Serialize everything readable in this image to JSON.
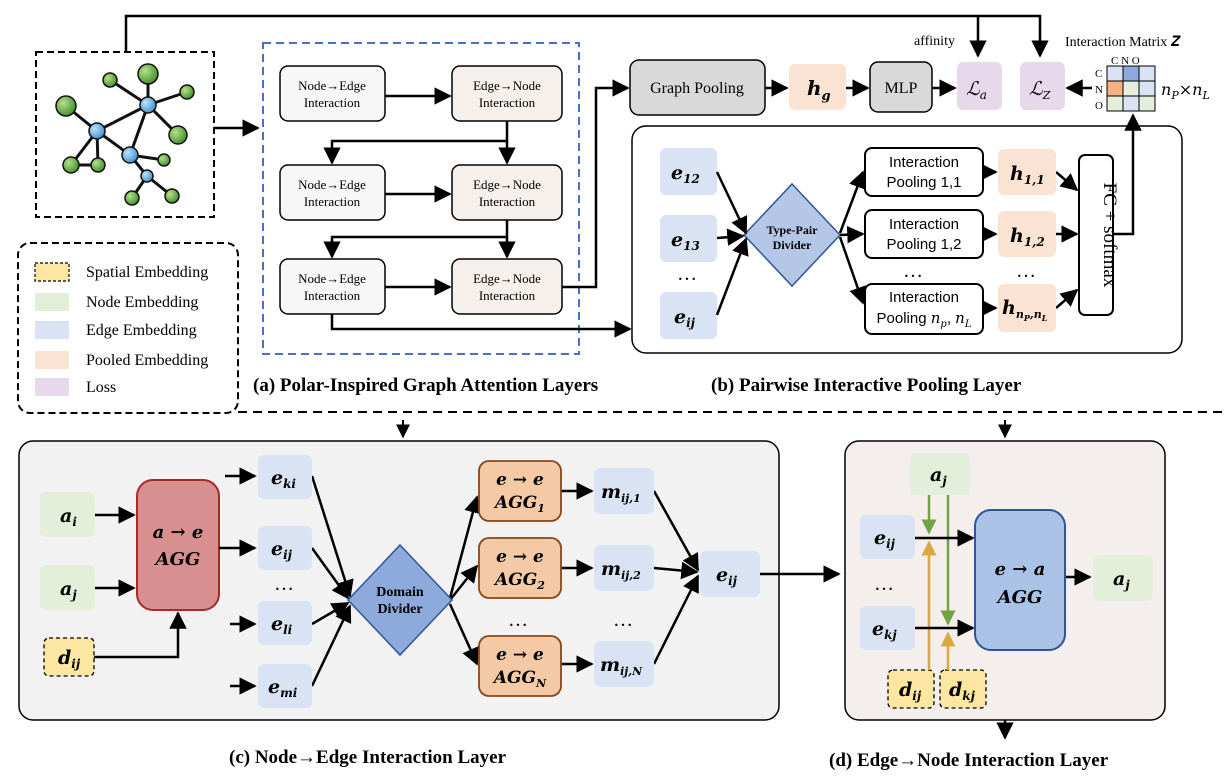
{
  "colors": {
    "spatial": "#fbe6a2",
    "node": "#e3efd9",
    "edge": "#dae3f3",
    "pooled": "#fbe3d3",
    "loss": "#e8d8ec",
    "gray_box": "#d9d9d9",
    "panel_bg": "#f2f2f2",
    "panel_d_bg": "#f4efec",
    "red_box": "#d88f8f",
    "orange_box": "#f4c9a6",
    "diamond": "#8ea9db",
    "blue_box": "#a9c2e6",
    "green_arrow": "#70a342",
    "gold_arrow": "#d9a840",
    "dash_blue": "#4472c4"
  },
  "legend": {
    "spatial": "Spatial Embedding",
    "node": "Node Embedding",
    "edge": "Edge Embedding",
    "pooled": "Pooled Embedding",
    "loss": "Loss"
  },
  "panel_a": {
    "caption": "(a) Polar-Inspired Graph Attention Layers",
    "n2e_l1": "Node→Edge",
    "n2e_l2": "Interaction",
    "e2n_l1": "Edge→Node",
    "e2n_l2": "Interaction"
  },
  "top": {
    "affinity": "affinity",
    "graph_pooling": "Graph Pooling",
    "hg": "h",
    "hg_sub": "g",
    "mlp": "MLP",
    "la": "ℒ",
    "la_sub": "a",
    "lz": "ℒ",
    "lz_sub": "Z",
    "matrix_title": "Interaction Matrix 𝒁̂",
    "matrix_cols": "C N O",
    "row_c": "C",
    "row_n": "N",
    "row_o": "O",
    "matrix_size": "n",
    "matrix_size_p": "P",
    "matrix_times": "×",
    "matrix_size_l": "L"
  },
  "panel_b": {
    "caption": "(b) Pairwise Interactive Pooling Layer",
    "e12": "e",
    "e12_sub": "12",
    "e13": "e",
    "e13_sub": "13",
    "dots": "…",
    "eij": "e",
    "eij_sub": "ij",
    "divider_l1": "Type-Pair",
    "divider_l2": "Divider",
    "ip_l1": "Interaction",
    "ip1_l2": "Pooling 1,1",
    "ip2_l2": "Pooling 1,2",
    "ip3_l2": "Pooling ",
    "ip3_np": "n",
    "ip3_np_sub": "p",
    "ip3_comma": ", ",
    "ip3_nl": "n",
    "ip3_nl_sub": "L",
    "h": "h",
    "h11_sub": "1,1",
    "h12_sub": "1,2",
    "hn_sub_n": "n",
    "hn_sub_p": "P",
    "hn_sub_comma": ",",
    "hn_sub_l": "L",
    "fc": "FC + softmax"
  },
  "panel_c": {
    "caption": "(c) Node→Edge Interaction Layer",
    "a": "a",
    "ai_sub": "i",
    "aj_sub": "j",
    "d": "d",
    "dij_sub": "ij",
    "agg_l1": "a → e",
    "agg_l2": "AGG",
    "e": "e",
    "eki_sub": "ki",
    "eij_sub": "ij",
    "eli_sub": "li",
    "emi_sub": "mi",
    "dots": "…",
    "domain_l1": "Domain",
    "domain_l2": "Divider",
    "ee_l1": "e → e",
    "ee_agg": "AGG",
    "agg1_sub": "1",
    "agg2_sub": "2",
    "aggn_sub": "N",
    "m": "m",
    "m1_sub": "ij,1",
    "m2_sub": "ij,2",
    "mn_sub": "ij,N",
    "out_sub": "ij"
  },
  "panel_d": {
    "caption": "(d) Edge→Node Interaction Layer",
    "a": "a",
    "aj_sub": "j",
    "e": "e",
    "eij_sub": "ij",
    "ekj_sub": "kj",
    "dots": "…",
    "d": "d",
    "dij_sub": "ij",
    "dkj_sub": "kj",
    "agg_l1": "e → a",
    "agg_l2": "AGG",
    "out_sub": "j"
  }
}
